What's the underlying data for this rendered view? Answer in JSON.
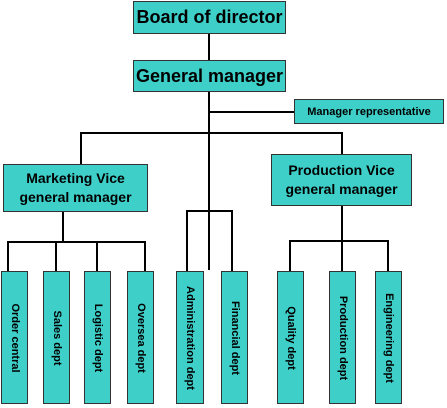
{
  "board": "Board of director",
  "general_manager": "General manager",
  "manager_representative": "Manager representative",
  "marketing_vp": [
    "Marketing Vice",
    "general manager"
  ],
  "production_vp": [
    "Production Vice",
    "general manager"
  ],
  "departments": {
    "order_central": "Order central",
    "sales": "Sales dept",
    "logistic": "Logistic dept",
    "oversea": "Oversea dept",
    "administration": "Administration dept",
    "financial": "Financial dept",
    "quality": "Quality dept",
    "production": "Production dept",
    "engineering": "Engineering dept"
  },
  "colors": {
    "box_fill": "#3ecfc9",
    "line": "#000000"
  }
}
